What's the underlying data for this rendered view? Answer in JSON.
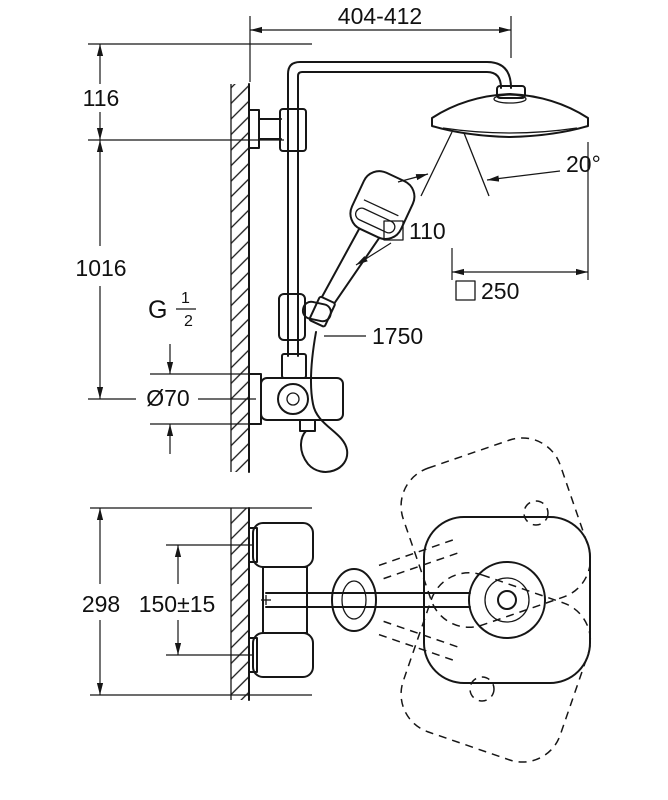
{
  "drawing": {
    "top_view": {
      "dim_top_width": "404-412",
      "dim_arm_offset": "116",
      "dim_height": "1016",
      "thread": {
        "prefix": "G",
        "numerator": "1",
        "denominator": "2"
      },
      "dim_supply_diameter": "Ø70",
      "dim_hose_length": "1750",
      "dim_spray_angle": "20°",
      "dim_hand_shower_size": "110",
      "dim_head_shower_size": "250"
    },
    "bottom_view": {
      "dim_depth": "298",
      "dim_center_distance": "150±15"
    }
  }
}
